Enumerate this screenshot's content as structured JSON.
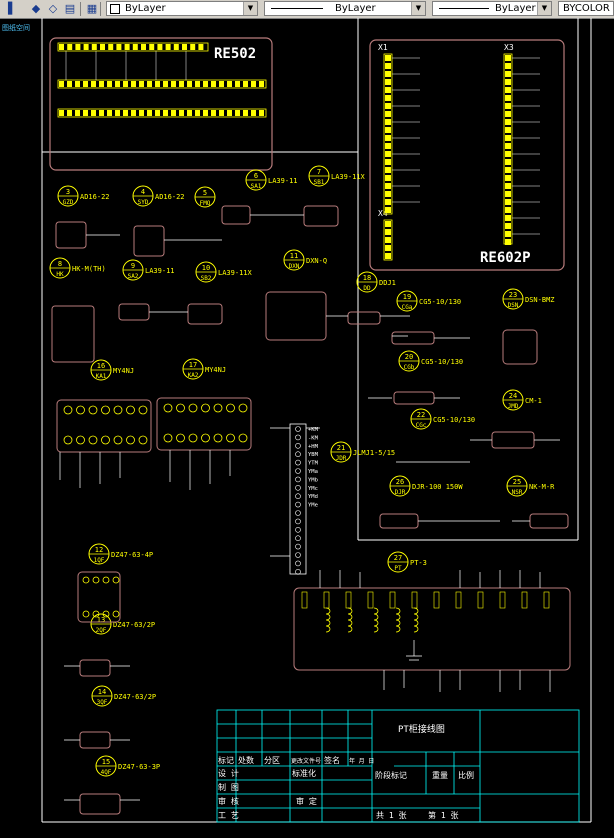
{
  "toolbar": {
    "layer_value": "ByLayer",
    "linetype_value": "ByLayer",
    "lineweight_value": "ByLayer",
    "color_value": "BYCOLOR"
  },
  "viewport_label": "图纸空间",
  "panels": {
    "re502": "RE502",
    "re602p": "RE602P",
    "x1": "X1",
    "x3": "X3",
    "x4": "X4"
  },
  "components": [
    {
      "num": "3",
      "tag": "GZD",
      "model": "AD16-22"
    },
    {
      "num": "4",
      "tag": "SYD",
      "model": "AD16-22"
    },
    {
      "num": "5",
      "tag": "FMQ",
      "model": ""
    },
    {
      "num": "6",
      "tag": "SA1",
      "model": "LA39-11"
    },
    {
      "num": "7",
      "tag": "SB1",
      "model": "LA39-11X"
    },
    {
      "num": "8",
      "tag": "HK",
      "model": "HK-M(TH)"
    },
    {
      "num": "9",
      "tag": "SA2",
      "model": "LA39-11"
    },
    {
      "num": "10",
      "tag": "SB2",
      "model": "LA39-11X"
    },
    {
      "num": "11",
      "tag": "DXN",
      "model": "DXN-Q"
    },
    {
      "num": "18",
      "tag": "DD",
      "model": "DDJ1"
    },
    {
      "num": "19",
      "tag": "CGa",
      "model": "CG5-10/130"
    },
    {
      "num": "20",
      "tag": "CGb",
      "model": "CG5-10/130"
    },
    {
      "num": "22",
      "tag": "CGc",
      "model": "CG5-10/130"
    },
    {
      "num": "23",
      "tag": "DSN",
      "model": "DSN-BMZ"
    },
    {
      "num": "24",
      "tag": "JMD",
      "model": "CM-1"
    },
    {
      "num": "16",
      "tag": "KA1",
      "model": "MY4NJ"
    },
    {
      "num": "17",
      "tag": "KA2",
      "model": "MY4NJ"
    },
    {
      "num": "21",
      "tag": "JDR",
      "model": "JLMJ1-5/15"
    },
    {
      "num": "26",
      "tag": "DJR",
      "model": "DJR-100 150W"
    },
    {
      "num": "25",
      "tag": "NSR",
      "model": "NK-M-R"
    },
    {
      "num": "12",
      "tag": "1QF",
      "model": "DZ47-63-4P"
    },
    {
      "num": "13",
      "tag": "2QF",
      "model": "DZ47-63/2P"
    },
    {
      "num": "14",
      "tag": "3QF",
      "model": "DZ47-63/2P"
    },
    {
      "num": "15",
      "tag": "4QF",
      "model": "DZ47-63-3P"
    },
    {
      "num": "27",
      "tag": "PT",
      "model": "PT-3"
    }
  ],
  "terminal_labels": [
    "+KM",
    "-KM",
    "+HM",
    "YBM",
    "YTM",
    "YMa",
    "YMb",
    "YMc",
    "YMd",
    "YMe"
  ],
  "title_block": {
    "drawing_name": "PT柜接线图",
    "row_headers": [
      "标记",
      "处数",
      "分区",
      "更改文件号",
      "签名",
      "年 月 日"
    ],
    "roles": [
      "设 计",
      "制 图",
      "审 核",
      "工 艺"
    ],
    "std_label": "标准化",
    "approve_label": "审 定",
    "stage_label": "阶段标记",
    "weight_label": "重量",
    "scale_label": "比例",
    "sheet_total": "共 1 张",
    "sheet_no": "第 1 张"
  }
}
